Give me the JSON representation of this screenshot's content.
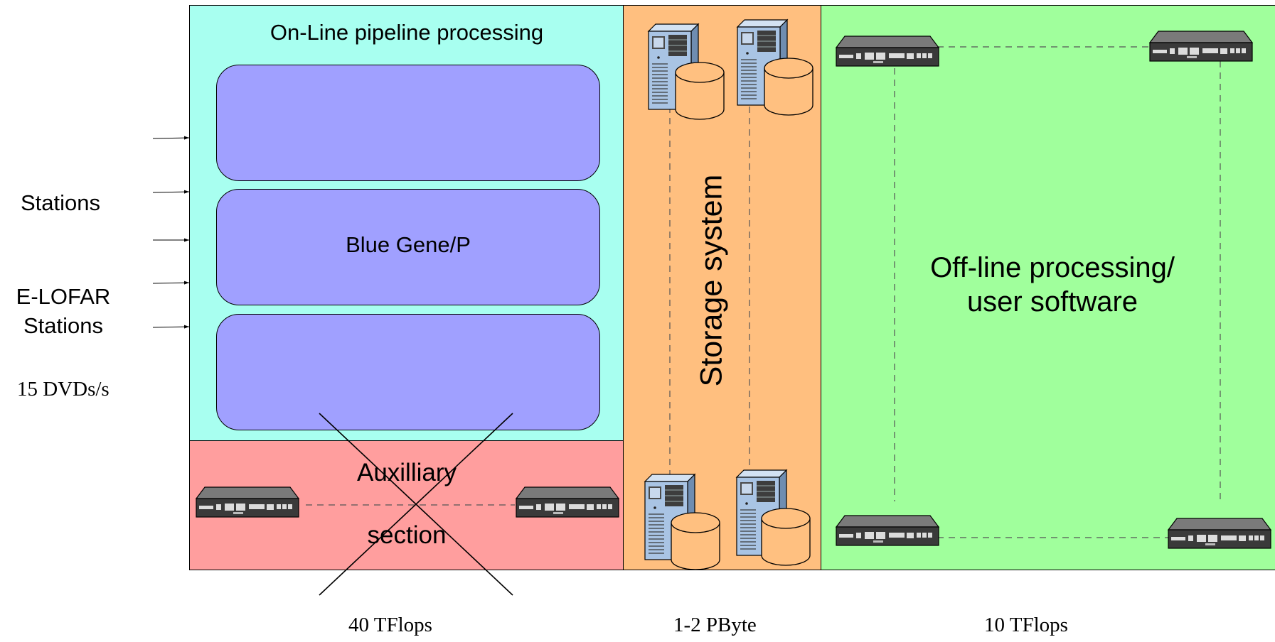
{
  "left_labels": {
    "stations": "Stations",
    "elofar": "E-LOFAR\nStations",
    "rate": "15 DVDs/s"
  },
  "online": {
    "title": "On-Line pipeline processing",
    "block_label": "Blue Gene/P",
    "capacity": "40 TFlops"
  },
  "auxiliary": {
    "line1": "Auxilliary",
    "line2": "section"
  },
  "storage": {
    "title": "Storage system",
    "capacity": "1-2 PByte"
  },
  "offline": {
    "title": "Off-line processing/\nuser software",
    "capacity": "10 TFlops"
  },
  "colors": {
    "online_bg": "#a8fff0",
    "bluegene_block": "#a0a0ff",
    "auxiliary_bg": "#ff9e9e",
    "storage_bg": "#ffbf7f",
    "offline_bg": "#a0ff9c",
    "server_dark": "#3a3a3a",
    "tower_blue": "#a9c4e4",
    "disk_orange": "#ffc080"
  }
}
